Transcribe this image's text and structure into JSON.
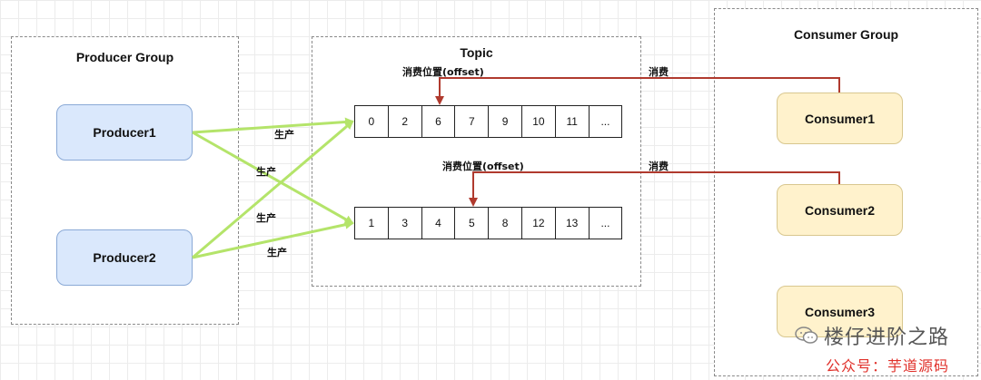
{
  "producer_group": {
    "title": "Producer Group",
    "producers": [
      "Producer1",
      "Producer2"
    ]
  },
  "topic": {
    "title": "Topic",
    "queue1": [
      "0",
      "2",
      "6",
      "7",
      "9",
      "10",
      "11",
      "..."
    ],
    "queue2": [
      "1",
      "3",
      "4",
      "5",
      "8",
      "12",
      "13",
      "..."
    ]
  },
  "consumer_group": {
    "title": "Consumer Group",
    "consumers": [
      "Consumer1",
      "Consumer2",
      "Consumer3"
    ]
  },
  "labels": {
    "produce": "生产",
    "consume": "消费",
    "offset": "消费位置(offset)"
  },
  "watermark": {
    "line1": "楼仔进阶之路",
    "line2": "公众号：芋道源码"
  },
  "colors": {
    "produce_edge": "#b4e46a",
    "consume_edge": "#b03a2e",
    "producer_fill": "#dae8fc",
    "consumer_fill": "#fff2cc"
  }
}
